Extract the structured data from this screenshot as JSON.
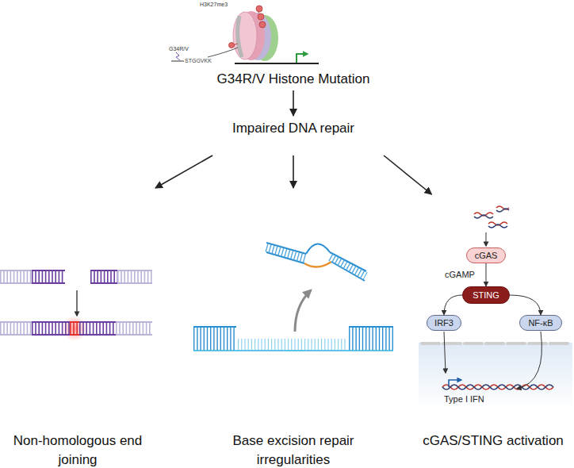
{
  "diagram": {
    "nodes": [
      {
        "text": [
          "G34R/V Histone Mutation"
        ]
      },
      {
        "text": [
          "Impaired DNA repair"
        ]
      },
      {
        "text": [
          "Non-homologous end joining"
        ]
      },
      {
        "text": [
          "Base excision repair irregularities"
        ]
      },
      {
        "text": [
          "cGAS/STING activation"
        ]
      },
      {
        "text": [
          "cGAS"
        ],
        "in": 4
      },
      {
        "text": [
          "STING"
        ],
        "in": 4
      },
      {
        "text": [
          "IRF3"
        ],
        "in": 4
      },
      {
        "text": [
          "NF-κB"
        ],
        "in": 4
      }
    ],
    "edges": [
      {
        "from": 0,
        "to": 1,
        "arrow": "to"
      },
      {
        "from": 1,
        "to": 2,
        "arrow": "to"
      },
      {
        "from": 1,
        "to": 3,
        "arrow": "to"
      },
      {
        "from": 1,
        "to": 4,
        "arrow": "to"
      },
      {
        "from": 5,
        "to": 6,
        "label": "cGAMP",
        "arrow": "to"
      },
      {
        "from": 6,
        "to": 7,
        "arrow": "to"
      },
      {
        "from": 6,
        "to": 8,
        "arrow": "to"
      }
    ],
    "labels": [
      "H3K27me3",
      "G34R/V",
      "STGGVKK",
      "Type I IFN"
    ]
  }
}
